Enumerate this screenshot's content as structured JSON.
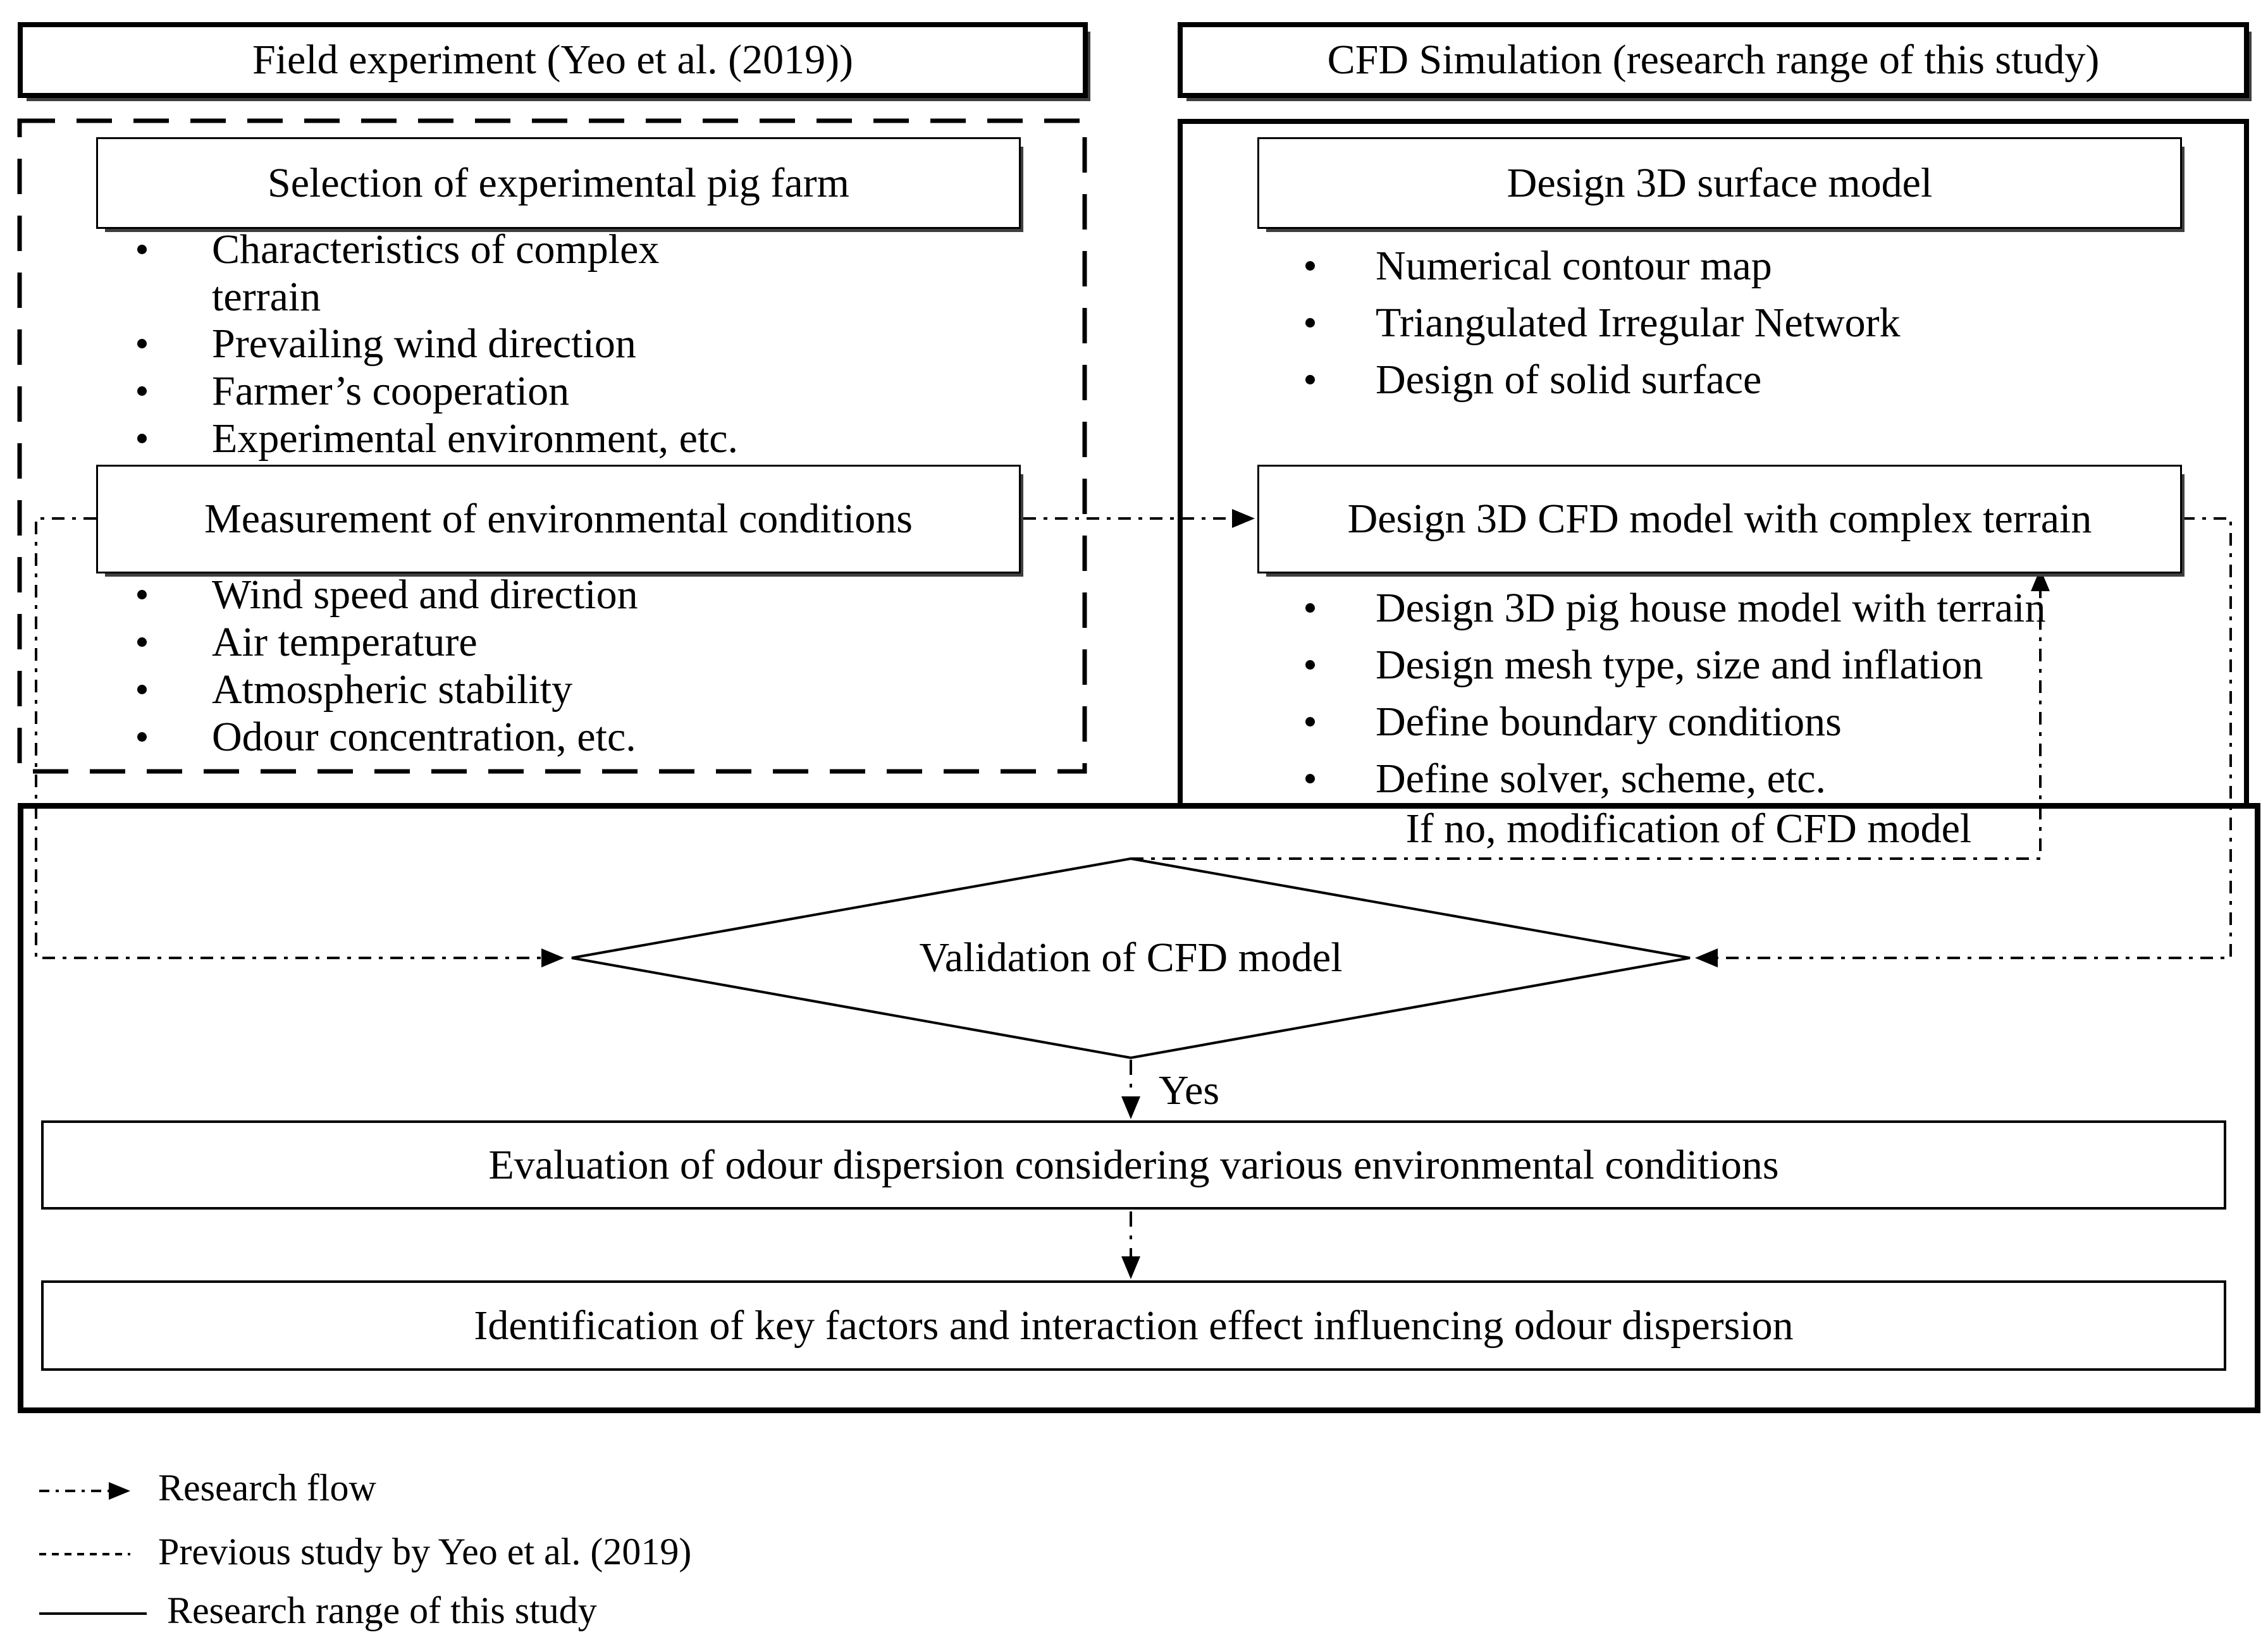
{
  "colors": {
    "ink": "#000000",
    "paper": "#ffffff"
  },
  "headers": {
    "left": "Field experiment (Yeo et al. (2019))",
    "right": "CFD Simulation (research range of this study)"
  },
  "field_panel": {
    "step1_title": "Selection of experimental pig farm",
    "step1_bullets": [
      "Characteristics of complex\nterrain",
      "Prevailing wind direction",
      "Farmer’s cooperation",
      "Experimental environment, etc."
    ],
    "step2_title": "Measurement of environmental conditions",
    "step2_bullets": [
      "Wind speed and direction",
      "Air temperature",
      "Atmospheric stability",
      "Odour concentration, etc."
    ]
  },
  "cfd_panel": {
    "step1_title": "Design 3D surface model",
    "step1_bullets": [
      "Numerical contour map",
      "Triangulated Irregular Network",
      "Design of solid surface"
    ],
    "step2_title": "Design 3D CFD model with complex terrain",
    "step2_bullets": [
      "Design 3D pig house model with terrain",
      "Design mesh type, size and inflation",
      "Define boundary conditions",
      "Define solver, scheme, etc."
    ]
  },
  "decision": {
    "label": "Validation of CFD model",
    "yes_label": "Yes",
    "no_label": "If no, modification of CFD model"
  },
  "results": {
    "evaluation": "Evaluation of odour dispersion considering various environmental conditions",
    "identification": "Identification of key factors and interaction effect influencing odour dispersion"
  },
  "legend": {
    "research_flow": "Research flow",
    "previous_study": "Previous study by Yeo et al. (2019)",
    "research_range": "Research range of this study"
  }
}
